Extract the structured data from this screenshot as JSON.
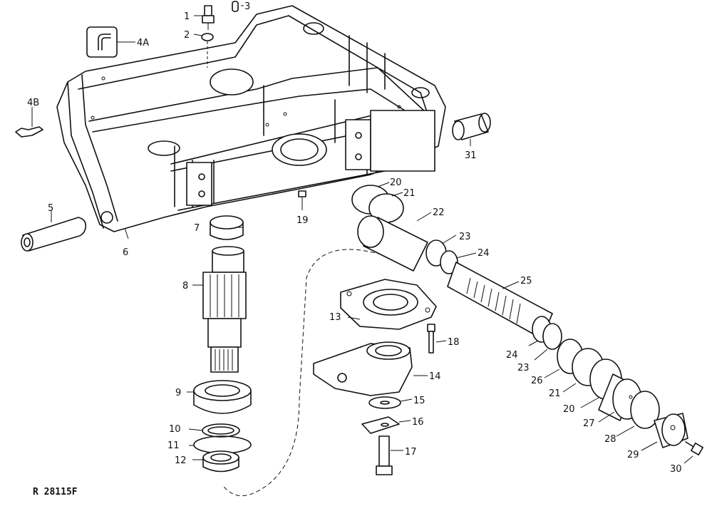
{
  "figure": {
    "reference_code": "R 28115F",
    "callouts": [
      "1",
      "2",
      "3",
      "4A",
      "4B",
      "5",
      "6",
      "7",
      "8",
      "9",
      "10",
      "11",
      "12",
      "13",
      "14",
      "15",
      "16",
      "17",
      "18",
      "19",
      "20",
      "21",
      "22",
      "23",
      "24",
      "25",
      "24",
      "23",
      "26",
      "21",
      "20",
      "27",
      "28",
      "29",
      "30",
      "31"
    ]
  }
}
